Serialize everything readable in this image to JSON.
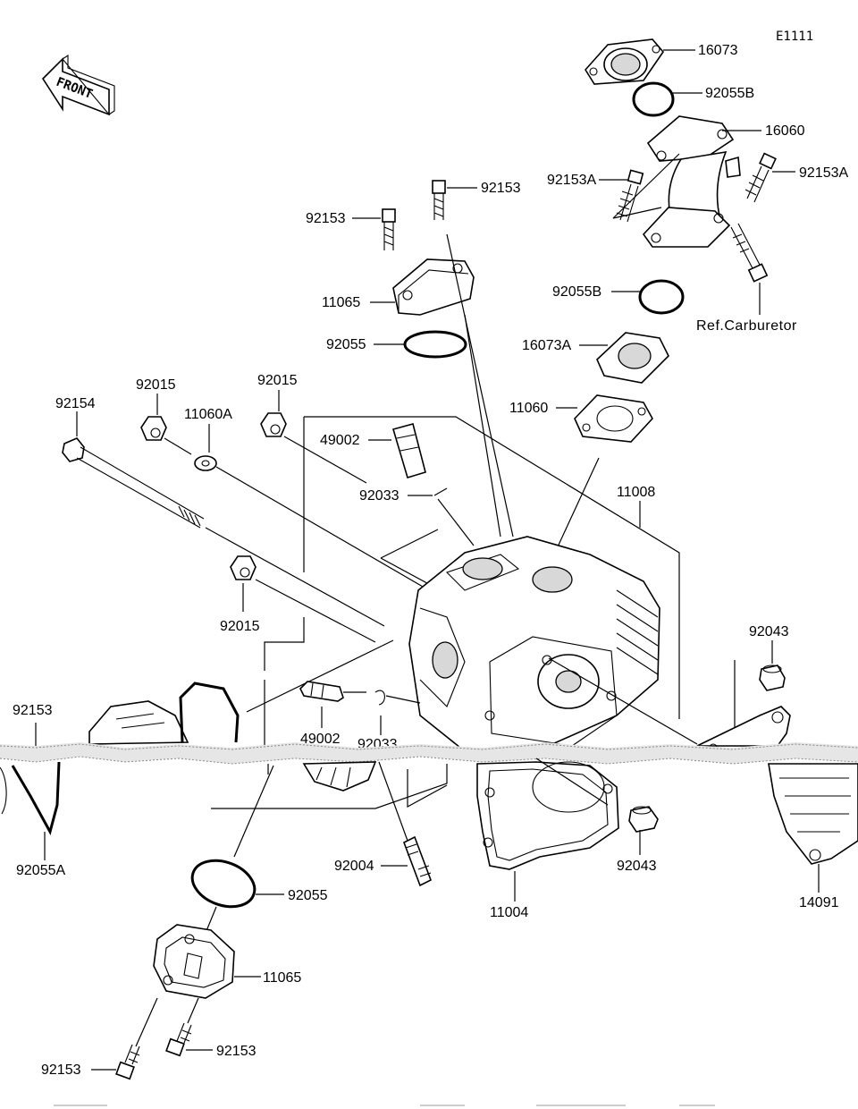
{
  "diagram": {
    "code": "E1111",
    "front_label": "FRONT",
    "ref_label": "Ref.Carburetor",
    "parts": {
      "p16073": "16073",
      "p92055B_top": "92055B",
      "p16060": "16060",
      "p92153A_left": "92153A",
      "p92153A_right": "92153A",
      "p92153_a": "92153",
      "p92153_b": "92153",
      "p92055B_mid": "92055B",
      "p11065_top": "11065",
      "p92055_top": "92055",
      "p16073A": "16073A",
      "p11060": "11060",
      "p92154": "92154",
      "p92015_a": "92015",
      "p11060A": "11060A",
      "p92015_b": "92015",
      "p49002_top": "49002",
      "p92033_top": "92033",
      "p11008": "11008",
      "p92015_c": "92015",
      "p92043_top": "92043",
      "p92153_left": "92153",
      "p49002_bot": "49002",
      "p92033_bot": "92033",
      "p92055A": "92055A",
      "p92004": "92004",
      "p92043_bot": "92043",
      "p11004": "11004",
      "p14091": "14091",
      "p92055_bot": "92055",
      "p11065_bot": "11065",
      "p92153_bot_right": "92153",
      "p92153_bot_left": "92153"
    }
  }
}
